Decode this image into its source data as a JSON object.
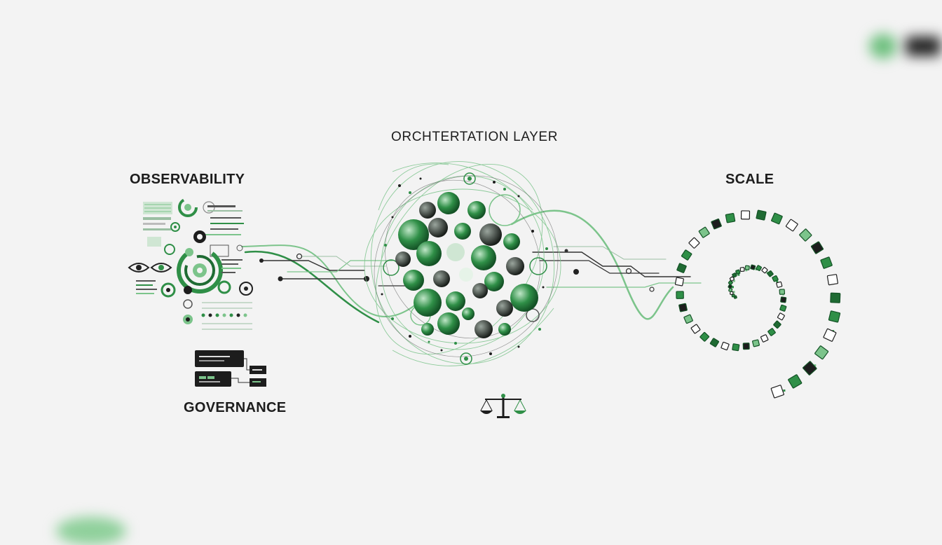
{
  "diagram": {
    "labels": {
      "orchestration": "ORCHTERTATION LAYER",
      "observability": "OBSERVABILITY",
      "scale": "SCALE",
      "governance": "GOVERNANCE"
    },
    "colors": {
      "background": "#f3f3f3",
      "accent_dark": "#1f6b33",
      "accent": "#2f8f47",
      "accent_light": "#7cc48b",
      "ink": "#1d1d1d"
    },
    "icons": [
      "eye-icon",
      "dashboard-icon",
      "target-ring-icon",
      "balance-scale-icon",
      "cube-icon",
      "network-cluster-icon"
    ]
  }
}
